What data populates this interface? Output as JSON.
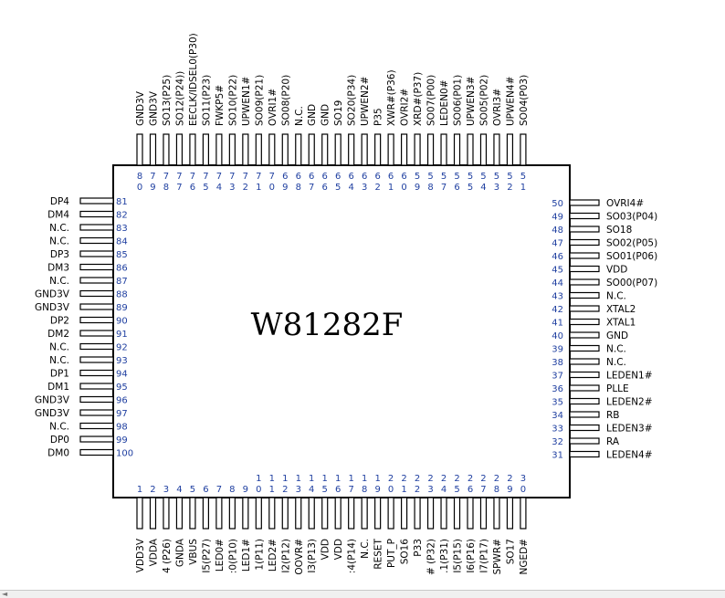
{
  "chip": {
    "title": "W81282F",
    "colors": {
      "outline": "#000000",
      "pin_number": "#1f3fa0",
      "label": "#000000"
    }
  },
  "pins": {
    "left": [
      {
        "num": "81",
        "name": "DP4"
      },
      {
        "num": "82",
        "name": "DM4"
      },
      {
        "num": "83",
        "name": "N.C."
      },
      {
        "num": "84",
        "name": "N.C."
      },
      {
        "num": "85",
        "name": "DP3"
      },
      {
        "num": "86",
        "name": "DM3"
      },
      {
        "num": "87",
        "name": "N.C."
      },
      {
        "num": "88",
        "name": "GND3V"
      },
      {
        "num": "89",
        "name": "GND3V"
      },
      {
        "num": "90",
        "name": "DP2"
      },
      {
        "num": "91",
        "name": "DM2"
      },
      {
        "num": "92",
        "name": "N.C."
      },
      {
        "num": "93",
        "name": "N.C."
      },
      {
        "num": "94",
        "name": "DP1"
      },
      {
        "num": "95",
        "name": "DM1"
      },
      {
        "num": "96",
        "name": "GND3V"
      },
      {
        "num": "97",
        "name": "GND3V"
      },
      {
        "num": "98",
        "name": "N.C."
      },
      {
        "num": "99",
        "name": "DP0"
      },
      {
        "num": "100",
        "name": "DM0"
      }
    ],
    "right": [
      {
        "num": "50",
        "name": "OVRI4#"
      },
      {
        "num": "49",
        "name": "SO03(P04)"
      },
      {
        "num": "48",
        "name": "SO18"
      },
      {
        "num": "47",
        "name": "SO02(P05)"
      },
      {
        "num": "46",
        "name": "SO01(P06)"
      },
      {
        "num": "45",
        "name": "VDD"
      },
      {
        "num": "44",
        "name": "SO00(P07)"
      },
      {
        "num": "43",
        "name": "N.C."
      },
      {
        "num": "42",
        "name": "XTAL2"
      },
      {
        "num": "41",
        "name": "XTAL1"
      },
      {
        "num": "40",
        "name": "GND"
      },
      {
        "num": "39",
        "name": "N.C."
      },
      {
        "num": "38",
        "name": "N.C."
      },
      {
        "num": "37",
        "name": "LEDEN1#"
      },
      {
        "num": "36",
        "name": "PLLE"
      },
      {
        "num": "35",
        "name": "LEDEN2#"
      },
      {
        "num": "34",
        "name": "RB"
      },
      {
        "num": "33",
        "name": "LEDEN3#"
      },
      {
        "num": "32",
        "name": "RA"
      },
      {
        "num": "31",
        "name": "LEDEN4#"
      }
    ],
    "top": [
      {
        "num": "80",
        "name": "GND3V"
      },
      {
        "num": "79",
        "name": "GND3V"
      },
      {
        "num": "78",
        "name": "SO13(P25)"
      },
      {
        "num": "77",
        "name": "SO12(P24))"
      },
      {
        "num": "76",
        "name": "EECLK/IDSEL0(P30)"
      },
      {
        "num": "75",
        "name": "SO11(P23)"
      },
      {
        "num": "74",
        "name": "FWKP5#"
      },
      {
        "num": "73",
        "name": "SO10(P22)"
      },
      {
        "num": "72",
        "name": "UPWEN1#"
      },
      {
        "num": "71",
        "name": "SO09(P21)"
      },
      {
        "num": "70",
        "name": "OVRI1#"
      },
      {
        "num": "69",
        "name": "SO08(P20)"
      },
      {
        "num": "68",
        "name": "N.C."
      },
      {
        "num": "67",
        "name": "GND"
      },
      {
        "num": "66",
        "name": "GND"
      },
      {
        "num": "65",
        "name": "SO19"
      },
      {
        "num": "64",
        "name": "SO20(P34)"
      },
      {
        "num": "63",
        "name": "UPWEN2#"
      },
      {
        "num": "62",
        "name": "P35"
      },
      {
        "num": "61",
        "name": "XWR#(P36)"
      },
      {
        "num": "60",
        "name": "OVRI2#"
      },
      {
        "num": "59",
        "name": "XRD#(P37)"
      },
      {
        "num": "58",
        "name": "SO07(P00)"
      },
      {
        "num": "57",
        "name": "LEDEN0#"
      },
      {
        "num": "56",
        "name": "SO06(P01)"
      },
      {
        "num": "55",
        "name": "UPWEN3#"
      },
      {
        "num": "54",
        "name": "SO05(P02)"
      },
      {
        "num": "53",
        "name": "OVRI3#"
      },
      {
        "num": "52",
        "name": "UPWEN4#"
      },
      {
        "num": "51",
        "name": "SO04(P03)"
      }
    ],
    "bottom": [
      {
        "num": "1",
        "name": "VDD3V"
      },
      {
        "num": "2",
        "name": "VDDA"
      },
      {
        "num": "3",
        "name": "4 (P26)"
      },
      {
        "num": "4",
        "name": "GNDA"
      },
      {
        "num": "5",
        "name": "VBUS"
      },
      {
        "num": "6",
        "name": "I5(P27)"
      },
      {
        "num": "7",
        "name": "LED0#"
      },
      {
        "num": "8",
        "name": ":0(P10)"
      },
      {
        "num": "9",
        "name": "LED1#"
      },
      {
        "num": "10",
        "name": "1(P11)"
      },
      {
        "num": "11",
        "name": "LED2#"
      },
      {
        "num": "12",
        "name": "I2(P12)"
      },
      {
        "num": "13",
        "name": "OOVR#"
      },
      {
        "num": "14",
        "name": "I3(P13)"
      },
      {
        "num": "15",
        "name": "VDD"
      },
      {
        "num": "16",
        "name": "VDD"
      },
      {
        "num": "17",
        "name": ":4(P14)"
      },
      {
        "num": "18",
        "name": "N.C."
      },
      {
        "num": "19",
        "name": "RESET"
      },
      {
        "num": "20",
        "name": "PUT_P"
      },
      {
        "num": "21",
        "name": "SO16"
      },
      {
        "num": "22",
        "name": "P33"
      },
      {
        "num": "23",
        "name": "# (P32)"
      },
      {
        "num": "24",
        "name": ".1(P31)"
      },
      {
        "num": "25",
        "name": "I5(P15)"
      },
      {
        "num": "26",
        "name": "I6(P16)"
      },
      {
        "num": "27",
        "name": "I7(P17)"
      },
      {
        "num": "28",
        "name": "SPWR#"
      },
      {
        "num": "29",
        "name": "SO17"
      },
      {
        "num": "30",
        "name": "NGED#"
      }
    ]
  },
  "ui": {
    "scroll_left_icon": "◄"
  }
}
